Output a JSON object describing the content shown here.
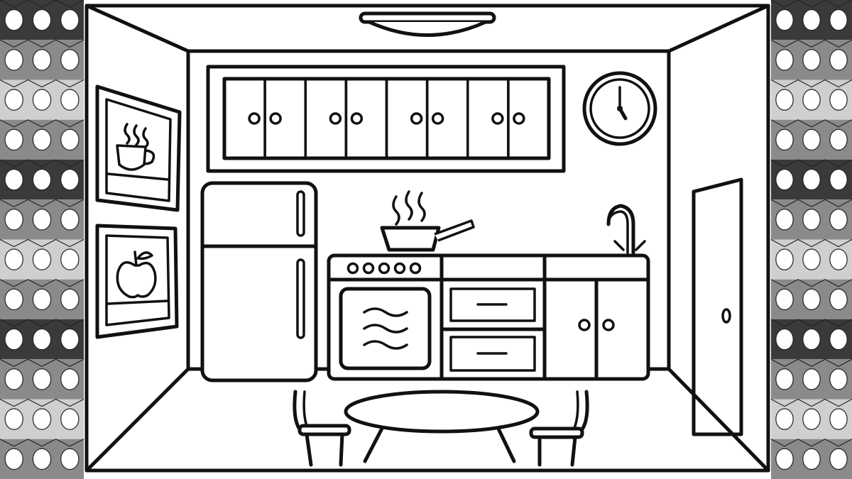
{
  "illustration": {
    "style": "black-and-white coloring page",
    "subject": "kitchen"
  },
  "colors": {
    "ink": "#111111",
    "paper": "#ffffff",
    "border_dark": "#3a3a3a",
    "border_mid": "#8a8a8a",
    "border_light": "#cfcfcf"
  },
  "border": {
    "pattern": "crayon-tips",
    "rows": 12
  },
  "clock": {
    "hour": 5,
    "minute": 0
  },
  "upper_cabinets": {
    "doors": 8
  },
  "stove": {
    "burner_knobs": 5
  },
  "drawers": 2,
  "chairs": 2,
  "wall_pictures": [
    {
      "subject": "steaming-cup-icon"
    },
    {
      "subject": "apple-icon"
    }
  ]
}
